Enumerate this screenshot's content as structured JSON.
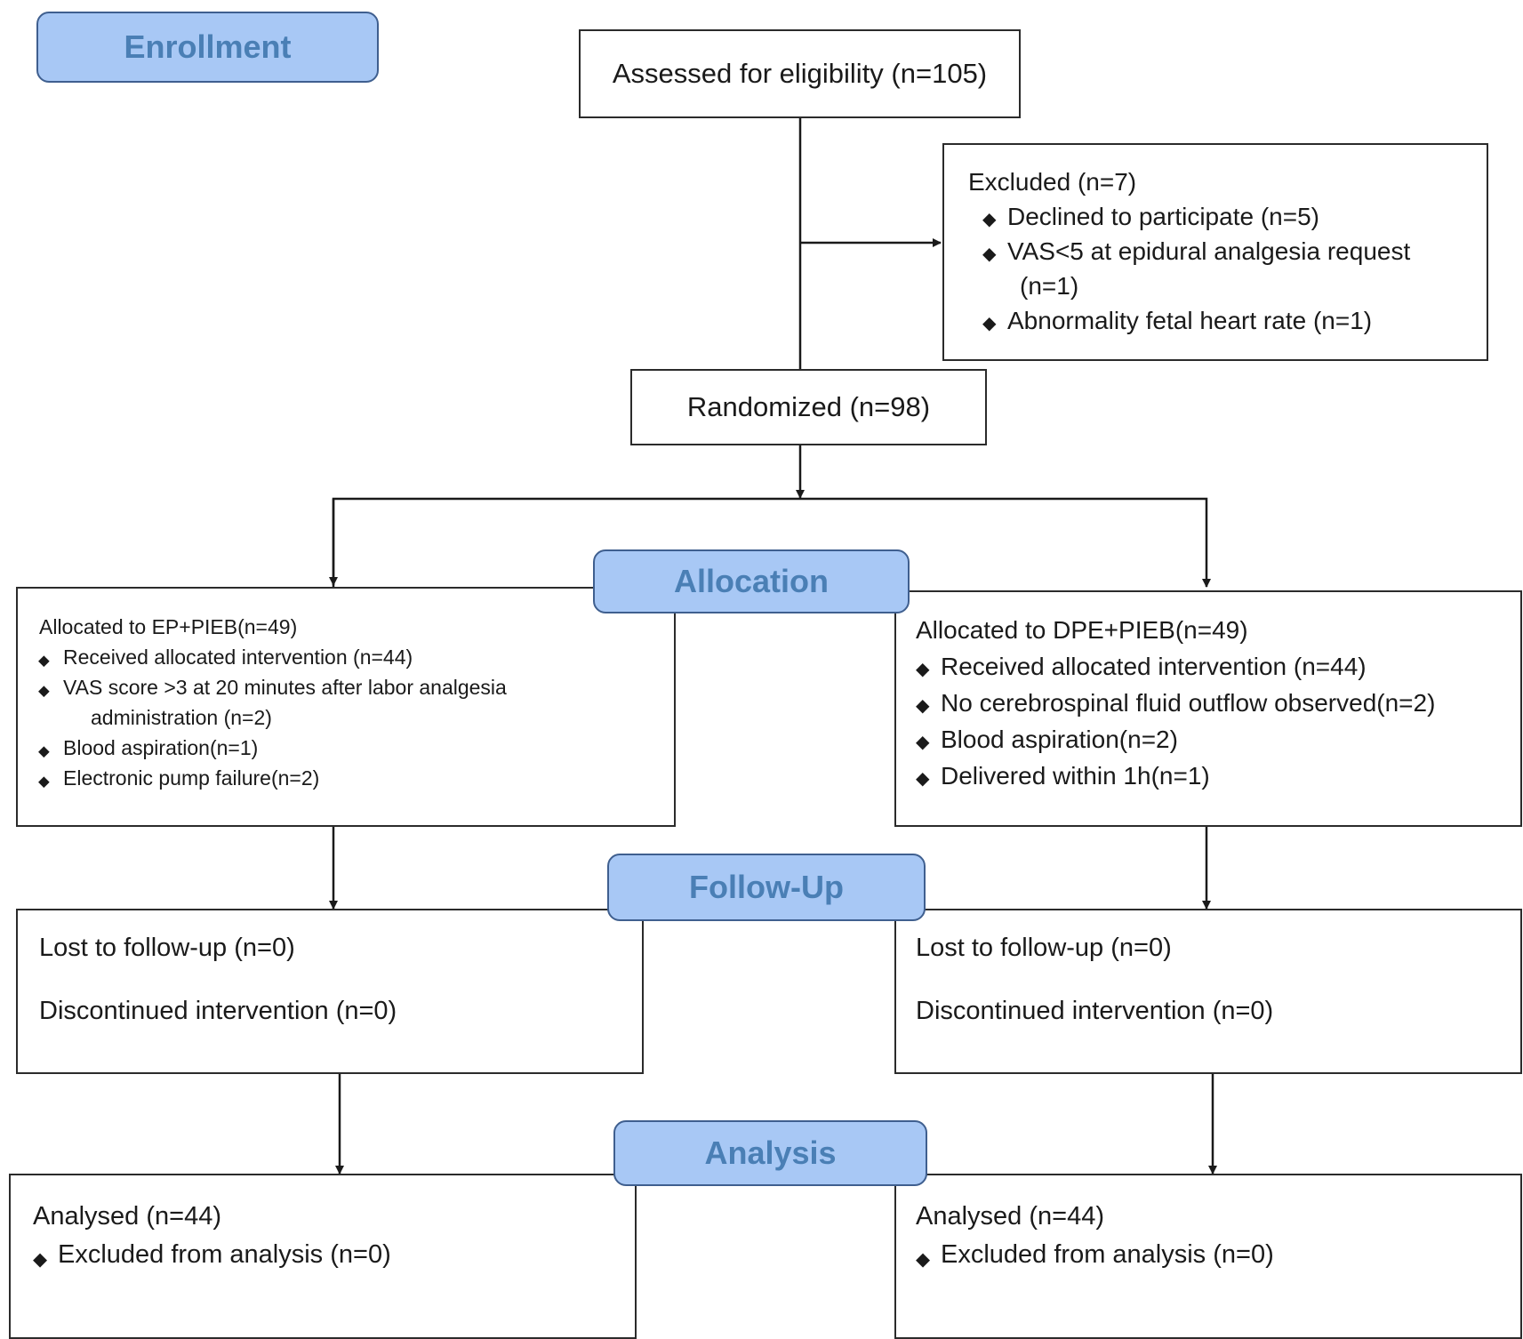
{
  "stages": {
    "enrollment": "Enrollment",
    "allocation": "Allocation",
    "followup": "Follow-Up",
    "analysis": "Analysis"
  },
  "assessed": "Assessed for eligibility (n=105)",
  "excluded": {
    "title": "Excluded (n=7)",
    "items": [
      "Declined to participate (n=5)",
      "VAS<5 at epidural analgesia request",
      "(n=1)",
      "Abnormality fetal heart rate (n=1)"
    ]
  },
  "randomized": "Randomized (n=98)",
  "left_allocation": {
    "title": "Allocated to EP+PIEB(n=49)",
    "items": [
      "Received allocated intervention (n=44)",
      "VAS score >3 at 20 minutes after labor analgesia",
      "administration (n=2)",
      "Blood aspiration(n=1)",
      "Electronic pump failure(n=2)"
    ]
  },
  "right_allocation": {
    "title": "Allocated to DPE+PIEB(n=49)",
    "items": [
      "Received allocated intervention (n=44)",
      "No cerebrospinal fluid outflow observed(n=2)",
      "Blood aspiration(n=2)",
      "Delivered within 1h(n=1)"
    ]
  },
  "left_followup": {
    "lost": "Lost to follow-up (n=0)",
    "discontinued": "Discontinued intervention (n=0)"
  },
  "right_followup": {
    "lost": "Lost to follow-up (n=0)",
    "discontinued": "Discontinued intervention (n=0)"
  },
  "left_analysis": {
    "title": "Analysed (n=44)",
    "excluded": "Excluded from analysis (n=0)"
  },
  "right_analysis": {
    "title": "Analysed (n=44)",
    "excluded": "Excluded from analysis (n=0)"
  }
}
